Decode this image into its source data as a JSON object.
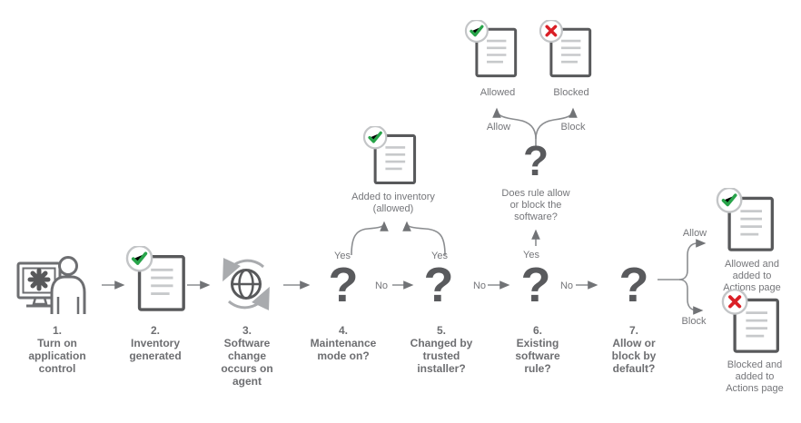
{
  "diagram": {
    "name": "Application control flowchart",
    "question_mark": "?",
    "colors": {
      "outline_dark": "#58595b",
      "outline_light": "#bcbec0",
      "label_gray": "#6d6e71",
      "arrow_gray": "#8b8d90",
      "green": "#28a44a",
      "red": "#da1f26"
    },
    "steps": [
      {
        "number": "1.",
        "label": "Turn on\napplication\ncontrol",
        "icon": "computer-user-icon"
      },
      {
        "number": "2.",
        "label": "Inventory\ngenerated",
        "icon": "document-check-icon"
      },
      {
        "number": "3.",
        "label": "Software\nchange\noccurs on\nagent",
        "icon": "globe-sync-icon"
      },
      {
        "number": "4.",
        "label": "Maintenance\nmode on?",
        "icon": "question-mark-icon"
      },
      {
        "number": "5.",
        "label": "Changed by\ntrusted\ninstaller?",
        "icon": "question-mark-icon"
      },
      {
        "number": "6.",
        "label": "Existing\nsoftware\nrule?",
        "icon": "question-mark-icon"
      },
      {
        "number": "7.",
        "label": "Allow or\nblock by\ndefault?",
        "icon": "question-mark-icon"
      }
    ],
    "outcomes": {
      "added_to_inventory": {
        "label": "Added to inventory\n(allowed)",
        "icon": "document-check-icon"
      },
      "rule_question": {
        "label": "Does rule allow\nor block the\nsoftware?",
        "icon": "question-mark-icon"
      },
      "rule_allowed": {
        "label": "Allowed",
        "icon": "document-check-icon"
      },
      "rule_blocked": {
        "label": "Blocked",
        "icon": "document-x-icon"
      },
      "default_allowed": {
        "label": "Allowed and\nadded to\nActions page",
        "icon": "document-check-icon"
      },
      "default_blocked": {
        "label": "Blocked and\nadded to\nActions page",
        "icon": "document-x-icon"
      }
    },
    "branches": {
      "yes_maintenance": "Yes",
      "yes_installer": "Yes",
      "yes_rule": "Yes",
      "no_maintenance": "No",
      "no_installer": "No",
      "no_default": "No",
      "rule_allow": "Allow",
      "rule_block": "Block",
      "default_allow": "Allow",
      "default_block": "Block"
    }
  }
}
